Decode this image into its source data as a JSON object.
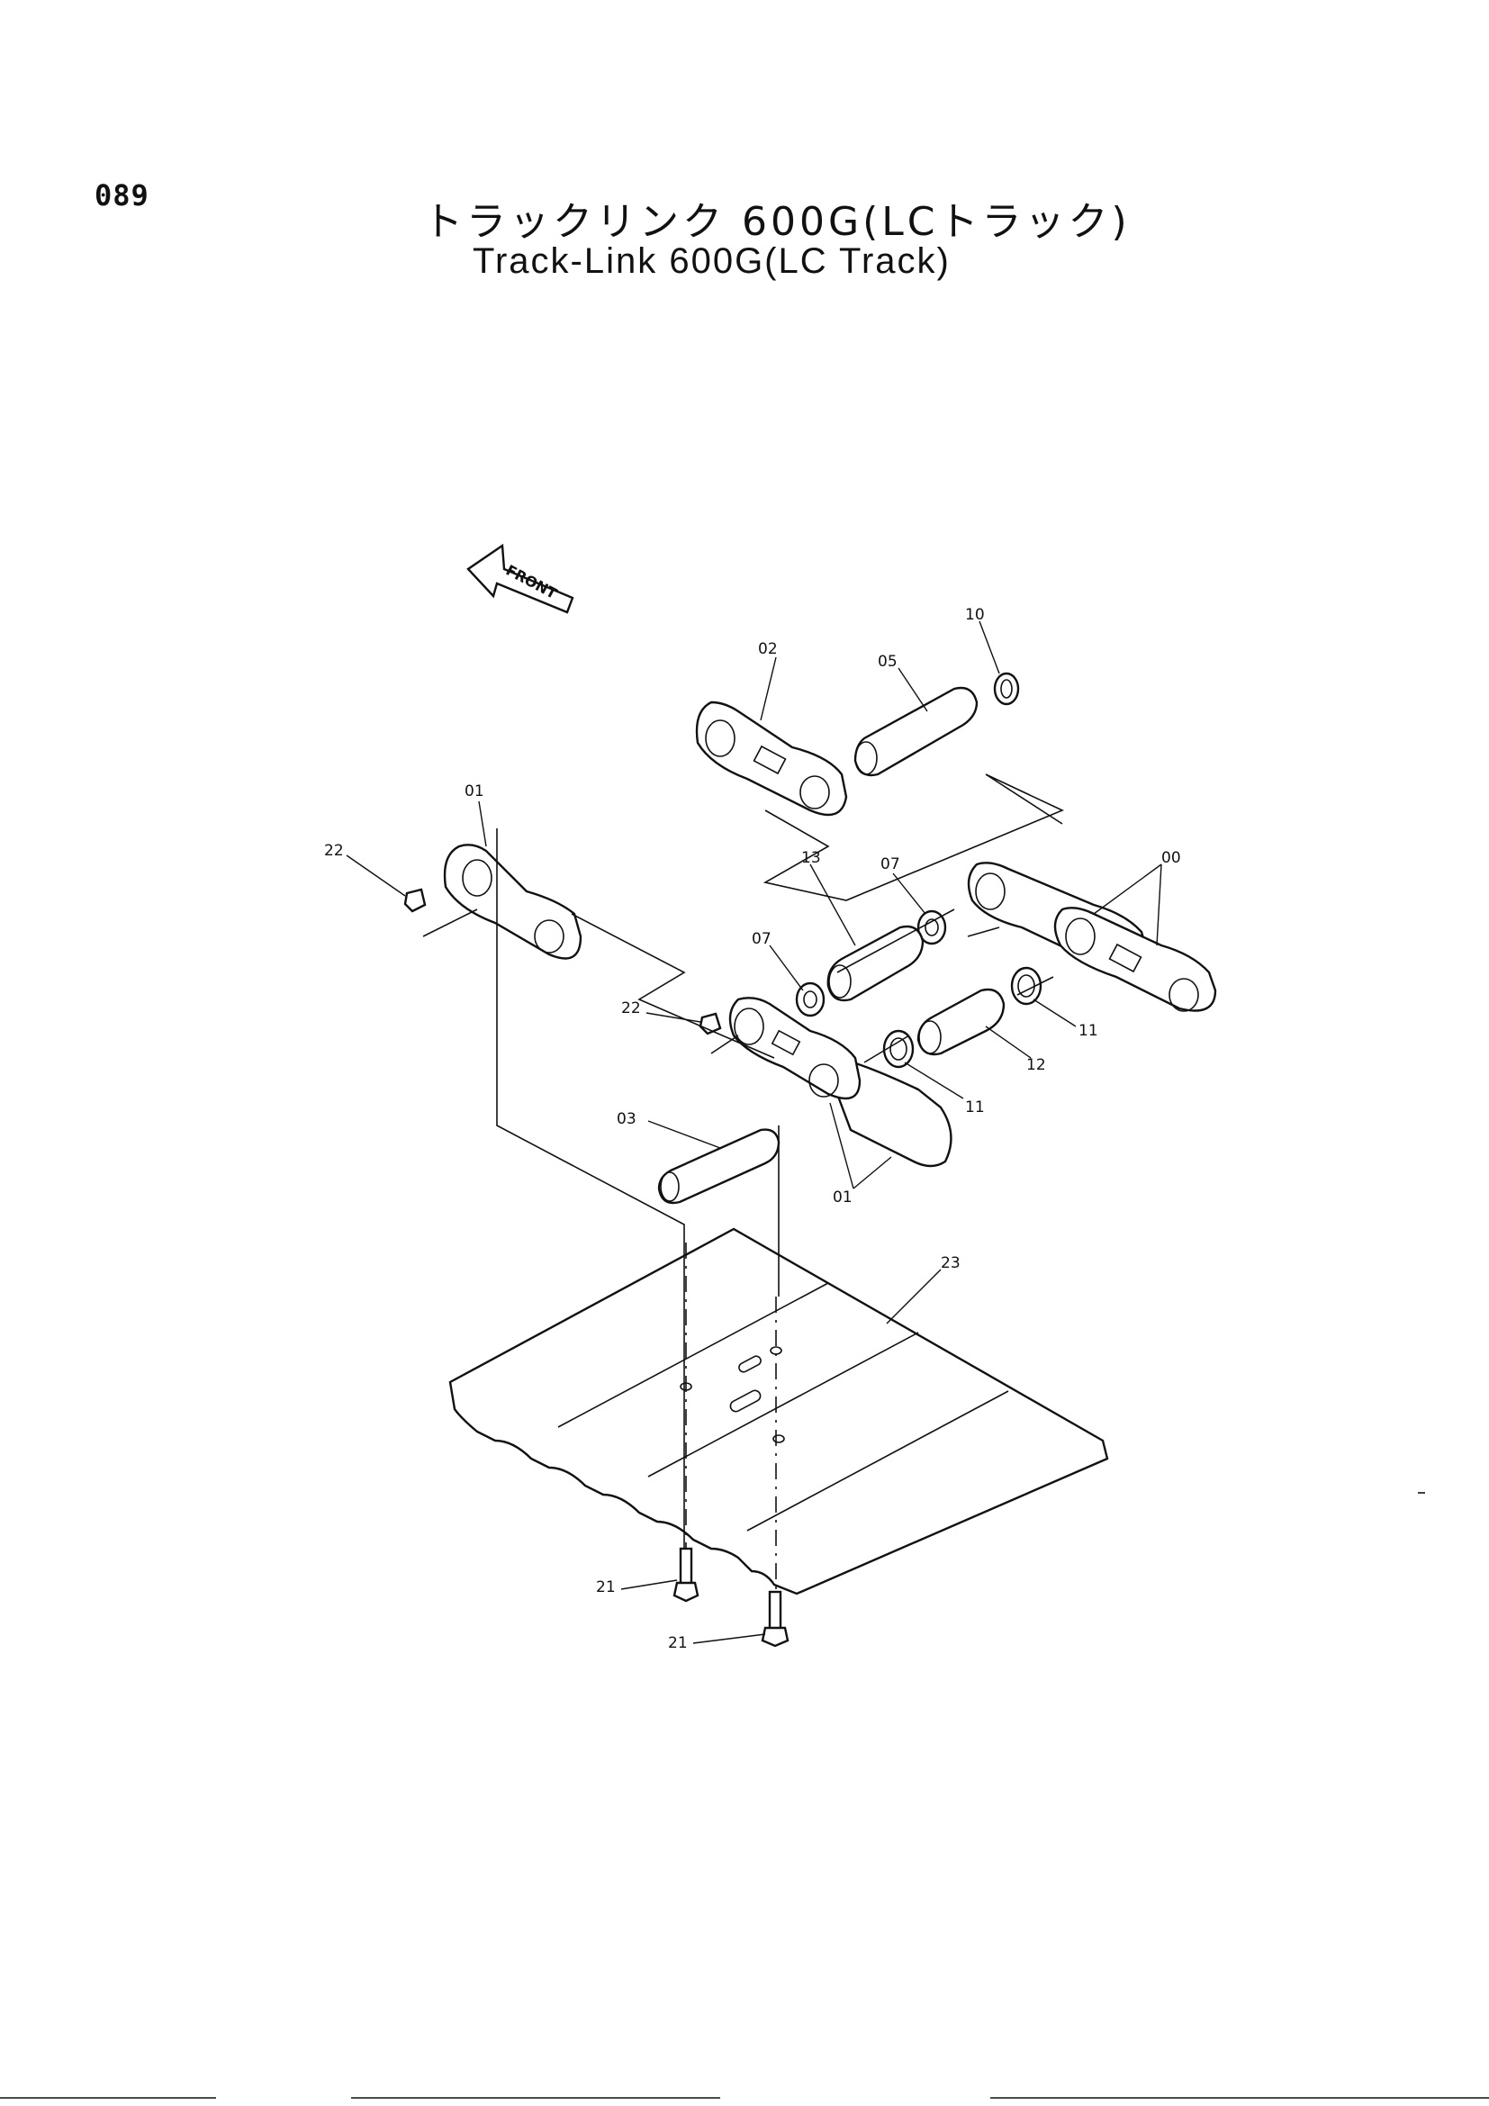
{
  "page": {
    "number": "089",
    "title_jp": "トラックリンク 600G(LCトラック)",
    "title_en": "Track-Link 600G(LC Track)"
  },
  "front_arrow": {
    "label": "FRONT",
    "icon": "front-arrow-icon"
  },
  "callouts": {
    "c00": "00",
    "c01a": "01",
    "c01b": "01",
    "c02": "02",
    "c03": "03",
    "c05": "05",
    "c07a": "07",
    "c07b": "07",
    "c10": "10",
    "c11a": "11",
    "c11b": "11",
    "c12": "12",
    "c13": "13",
    "c21a": "21",
    "c21b": "21",
    "c22a": "22",
    "c22b": "22",
    "c23": "23"
  }
}
